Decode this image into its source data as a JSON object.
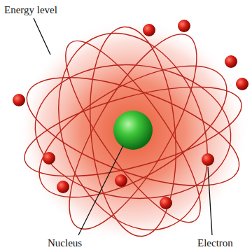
{
  "diagram": {
    "labels": [
      "Energy level",
      "Nucleus",
      "Electron"
    ]
  }
}
